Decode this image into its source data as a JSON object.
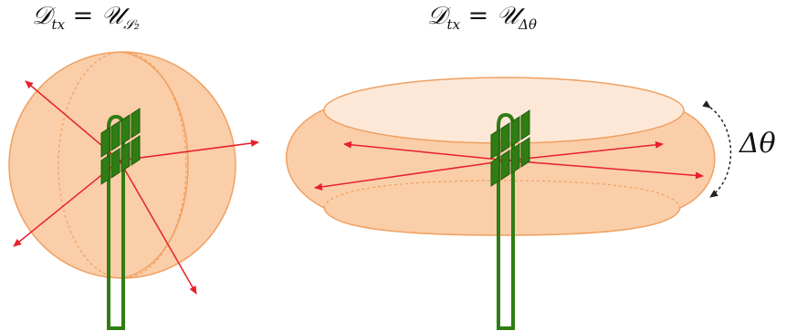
{
  "left_panel": {
    "title_lhs": "𝒟",
    "title_lhs_sub": "tx",
    "title_eq": " = ",
    "title_rhs": "𝒰",
    "title_rhs_sub": "𝒮₂"
  },
  "right_panel": {
    "title_lhs": "𝒟",
    "title_lhs_sub": "tx",
    "title_eq": " = ",
    "title_rhs": "𝒰",
    "title_rhs_sub": "Δθ",
    "angle_label": "Δθ"
  },
  "colors": {
    "region_fill": "#f9c59a",
    "region_stroke": "#f0a060",
    "top_face_fill": "#fde8d8",
    "arrow": "#e8202a",
    "antenna_green": "#2f7d13",
    "antenna_dark": "#1e5a0a",
    "angle_arrow": "#222222"
  },
  "icons": [
    "antenna-array-icon",
    "antenna-mast-icon",
    "ray-arrow-icon",
    "angle-arrow-icon"
  ]
}
